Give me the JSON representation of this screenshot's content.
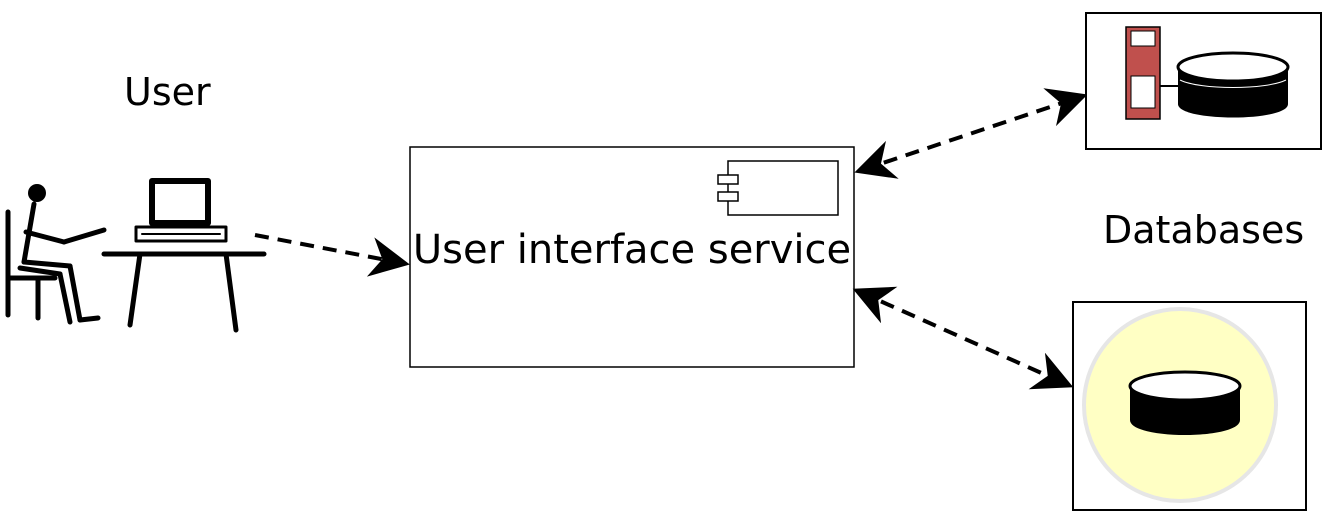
{
  "labels": {
    "user": "User",
    "databases": "Databases",
    "service": "User interface service"
  },
  "colors": {
    "stroke": "#000000",
    "server_red": "#c0504d",
    "db_glow": "#ffffc4",
    "db_glow_edge": "#e6e6e6",
    "background": "#ffffff"
  },
  "icons": {
    "user": "user-at-computer-icon",
    "component": "uml-component-icon",
    "server_db": "server-database-icon",
    "highlighted_db": "highlighted-database-icon"
  }
}
